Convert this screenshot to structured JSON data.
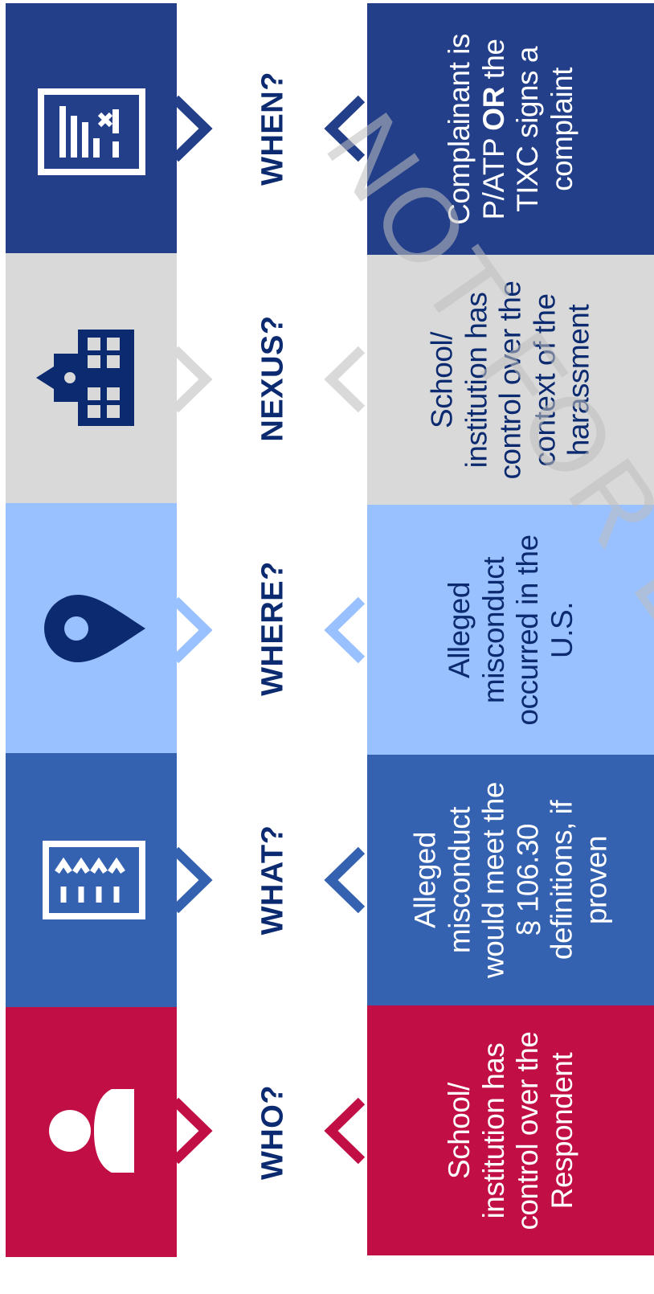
{
  "rows": [
    {
      "key": "when",
      "heading": "WHEN?",
      "icon": "document-checklist-icon",
      "color": "#233f8a",
      "text_color": "#ffffff",
      "lines": [
        {
          "text": "Complainant is"
        },
        {
          "text": "P/ATP ",
          "bold": "OR",
          "text2": " the"
        },
        {
          "text": "TIXC signs a"
        },
        {
          "text": "complaint"
        }
      ]
    },
    {
      "key": "nexus",
      "heading": "NEXUS?",
      "icon": "school-building-icon",
      "color": "#d9d9d9",
      "text_color": "#0b2a6f",
      "lines": [
        {
          "text": "School/"
        },
        {
          "text": "institution has"
        },
        {
          "text": "control over the"
        },
        {
          "text": "context of the"
        },
        {
          "text": "harassment"
        }
      ]
    },
    {
      "key": "where",
      "heading": "WHERE?",
      "icon": "location-pin-icon",
      "color": "#99c0ff",
      "text_color": "#0b2a6f",
      "lines": [
        {
          "text": "Alleged"
        },
        {
          "text": "misconduct"
        },
        {
          "text": "occurred in the"
        },
        {
          "text": "U.S."
        }
      ]
    },
    {
      "key": "what",
      "heading": "WHAT?",
      "icon": "policy-document-icon",
      "color": "#3462b0",
      "text_color": "#ffffff",
      "lines": [
        {
          "text": "Alleged"
        },
        {
          "text": "misconduct"
        },
        {
          "text": "would meet the"
        },
        {
          "text": "§ 106.30"
        },
        {
          "text": "definitions, if"
        },
        {
          "text": "proven"
        }
      ]
    },
    {
      "key": "who",
      "heading": "WHO?",
      "icon": "person-icon",
      "color": "#c10f45",
      "text_color": "#ffffff",
      "lines": [
        {
          "text": "School/"
        },
        {
          "text": "institution has"
        },
        {
          "text": "control over the"
        },
        {
          "text": "Respondent"
        }
      ]
    }
  ],
  "watermark": "NOT FOR DISTRIBUTION"
}
